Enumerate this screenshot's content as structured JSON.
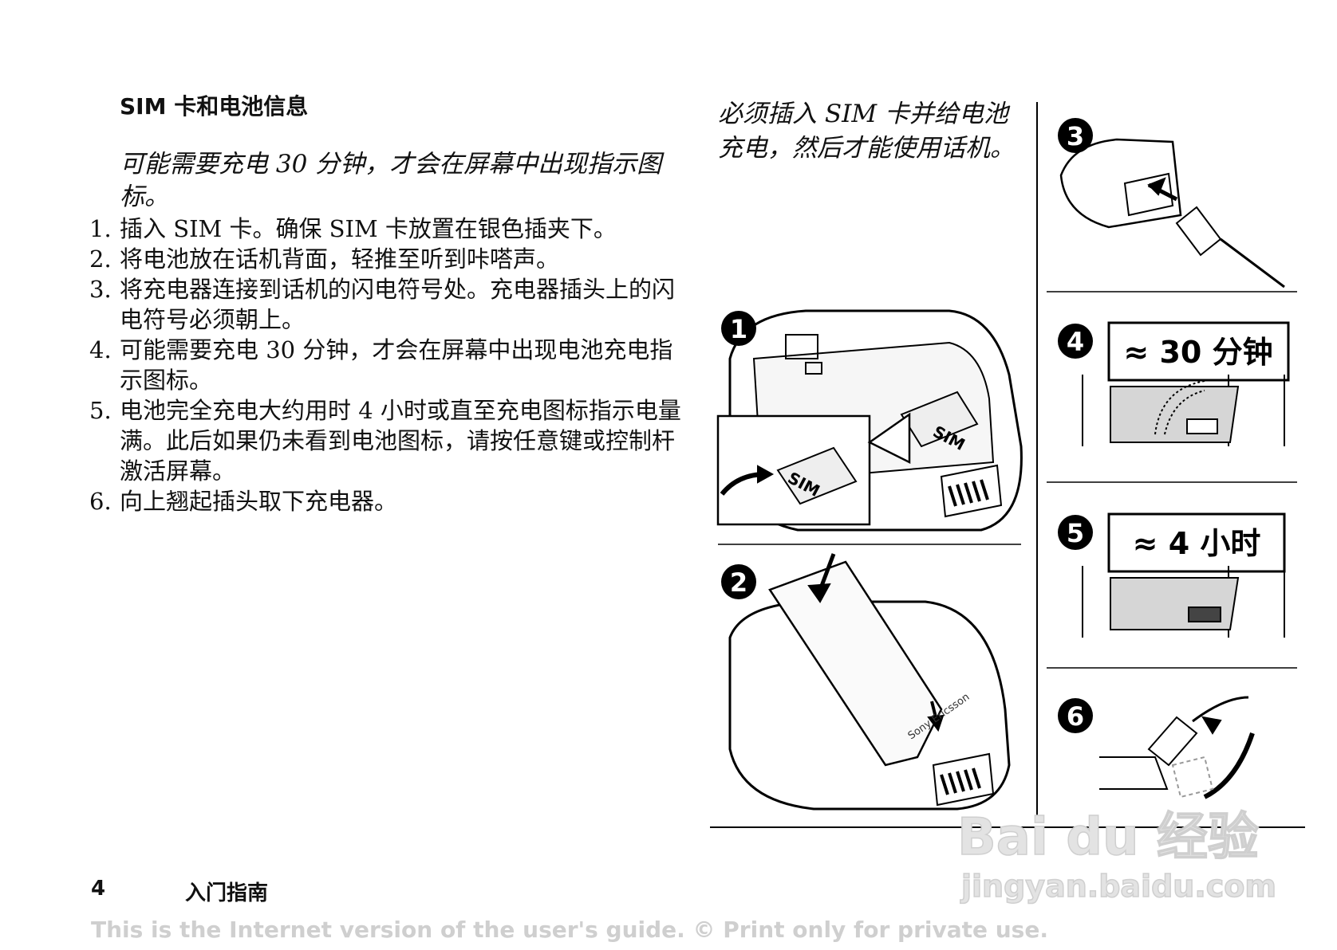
{
  "section_title": "SIM 卡和电池信息",
  "intro_note": "可能需要充电 30 分钟，才会在屏幕中出现指示图标。",
  "steps": [
    {
      "num": "1.",
      "text": "插入 SIM 卡。确保 SIM 卡放置在银色插夹下。"
    },
    {
      "num": "2.",
      "text": "将电池放在话机背面，轻推至听到咔嗒声。"
    },
    {
      "num": "3.",
      "text": "将充电器连接到话机的闪电符号处。充电器插头上的闪电符号必须朝上。"
    },
    {
      "num": "4.",
      "text": "可能需要充电 30 分钟，才会在屏幕中出现电池充电指示图标。"
    },
    {
      "num": "5.",
      "text": "电池完全充电大约用时 4 小时或直至充电图标指示电量满。此后如果仍未看到电池图标，请按任意键或控制杆激活屏幕。"
    },
    {
      "num": "6.",
      "text": "向上翘起插头取下充电器。"
    }
  ],
  "side_note": "必须插入 SIM 卡并给电池充电，然后才能使用话机。",
  "figures": {
    "badges": [
      "1",
      "2",
      "3",
      "4",
      "5",
      "6"
    ],
    "sim_label": "SIM",
    "brand_label": "Sony Ericsson",
    "box_30min": "≈ 30 分钟",
    "box_4h": "≈ 4 小时"
  },
  "footer": {
    "page_number": "4",
    "section_name": "入门指南",
    "disclaimer": "This is the Internet version of the user's guide. © Print only for private use."
  },
  "watermark": {
    "brand": "Bai du 经验",
    "url": "jingyan.baidu.com"
  }
}
